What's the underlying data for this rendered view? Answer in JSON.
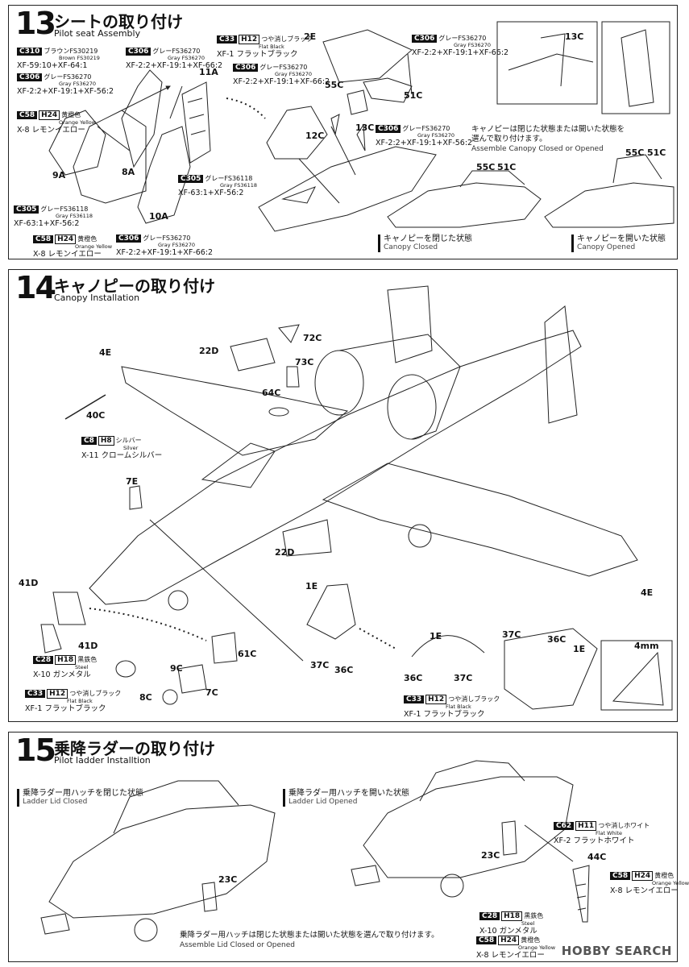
{
  "step13": {
    "number": "13",
    "title": "シートの取り付け",
    "subtitle": "Pilot seat Assembly",
    "callouts": [
      {
        "code": "C310",
        "jp": "ブラウンFS30219",
        "en": "Brown FS30219",
        "mix": "XF-59:10+XF-64:1"
      },
      {
        "code": "C306",
        "jp": "グレーFS36270",
        "en": "Gray FS36270",
        "mix": "XF-2:2+XF-19:1+XF-56:2"
      },
      {
        "code": "C58",
        "hcode": "H24",
        "jp": "黄橙色",
        "en": "Orange Yellow",
        "mix": "X-8 レモンイエロー"
      },
      {
        "code": "C306",
        "jp": "グレーFS36270",
        "en": "Gray FS36270",
        "mix": "XF-2:2+XF-19:1+XF-66:2"
      },
      {
        "code": "C305",
        "jp": "グレーFS36118",
        "en": "Gray FS36118",
        "mix": "XF-63:1+XF-56:2"
      },
      {
        "code": "C305",
        "jp": "グレーFS36118",
        "en": "Gray FS36118",
        "mix": "XF-63:1+XF-56:2"
      },
      {
        "code": "C58",
        "hcode": "H24",
        "jp": "黄橙色",
        "en": "Orange Yellow",
        "mix": "X-8 レモンイエロー"
      },
      {
        "code": "C306",
        "jp": "グレーFS36270",
        "en": "Gray FS36270",
        "mix": "XF-2:2+XF-19:1+XF-66:2"
      },
      {
        "code": "C33",
        "hcode": "H12",
        "jp": "つや消しブラック",
        "en": "Flat Black",
        "mix": "XF-1 フラットブラック"
      },
      {
        "code": "C306",
        "jp": "グレーFS36270",
        "en": "Gray FS36270",
        "mix": "XF-2:2+XF-19:1+XF-66:2"
      },
      {
        "code": "C306",
        "jp": "グレーFS36270",
        "en": "Gray FS36270",
        "mix": "XF-2:2+XF-19:1+XF-66:2"
      },
      {
        "code": "C306",
        "jp": "グレーFS36270",
        "en": "Gray FS36270",
        "mix": "XF-2:2+XF-19:1+XF-56:2"
      }
    ],
    "parts": [
      "11A",
      "9A",
      "8A",
      "10A",
      "2E",
      "51C",
      "55C",
      "12C",
      "13C",
      "13C",
      "55C",
      "51C",
      "55C",
      "51C"
    ],
    "note_jp": "キャノピーは閉じた状態または開いた状態を",
    "note_jp2": "選んで取り付けます。",
    "note_en": "Assemble Canopy Closed or Opened",
    "closed_jp": "キャノピーを閉じた状態",
    "closed_en": "Canopy Closed",
    "opened_jp": "キャノピーを開いた状態",
    "opened_en": "Canopy Opened"
  },
  "step14": {
    "number": "14",
    "title": "キャノピーの取り付け",
    "subtitle": "Canopy Installation",
    "callouts": [
      {
        "code": "C8",
        "hcode": "H8",
        "jp": "シルバー",
        "en": "Silver",
        "mix": "X-11 クロームシルバー"
      },
      {
        "code": "C28",
        "hcode": "H18",
        "jp": "黒鉄色",
        "en": "Steel",
        "mix": "X-10 ガンメタル"
      },
      {
        "code": "C33",
        "hcode": "H12",
        "jp": "つや消しブラック",
        "en": "Flat Black",
        "mix": "XF-1 フラットブラック"
      },
      {
        "code": "C33",
        "hcode": "H12",
        "jp": "つや消しブラック",
        "en": "Flat Black",
        "mix": "XF-1 フラットブラック"
      }
    ],
    "parts": [
      "4E",
      "22D",
      "72C",
      "73C",
      "64C",
      "40C",
      "7E",
      "22D",
      "4E",
      "41D",
      "41D",
      "61C",
      "9C",
      "8C",
      "7C",
      "1E",
      "37C",
      "36C",
      "1E",
      "36C",
      "37C",
      "37C",
      "36C",
      "1E"
    ],
    "dimension": "4mm"
  },
  "step15": {
    "number": "15",
    "title": "乗降ラダーの取り付け",
    "subtitle": "Pilot ladder Installtion",
    "closed_jp": "乗降ラダー用ハッチを閉じた状態",
    "closed_en": "Ladder Lid Closed",
    "opened_jp": "乗降ラダー用ハッチを開いた状態",
    "opened_en": "Ladder Lid Opened",
    "callouts": [
      {
        "code": "C62",
        "hcode": "H11",
        "jp": "つや消しホワイト",
        "en": "Flat White",
        "mix": "XF-2 フラットホワイト"
      },
      {
        "code": "C58",
        "hcode": "H24",
        "jp": "黄橙色",
        "en": "Orange Yellow",
        "mix": "X-8 レモンイエロー"
      },
      {
        "code": "C28",
        "hcode": "H18",
        "jp": "黒鉄色",
        "en": "Steel",
        "mix": "X-10 ガンメタル"
      },
      {
        "code": "C58",
        "hcode": "H24",
        "jp": "黄橙色",
        "en": "Orange Yellow",
        "mix": "X-8 レモンイエロー"
      }
    ],
    "parts": [
      "23C",
      "23C",
      "44C"
    ],
    "note_jp": "乗降ラダー用ハッチは閉じた状態または開いた状態を選んで取り付けます。",
    "note_en": "Assemble Lid Closed or Opened"
  },
  "watermark": "HOBBY SEARCH"
}
